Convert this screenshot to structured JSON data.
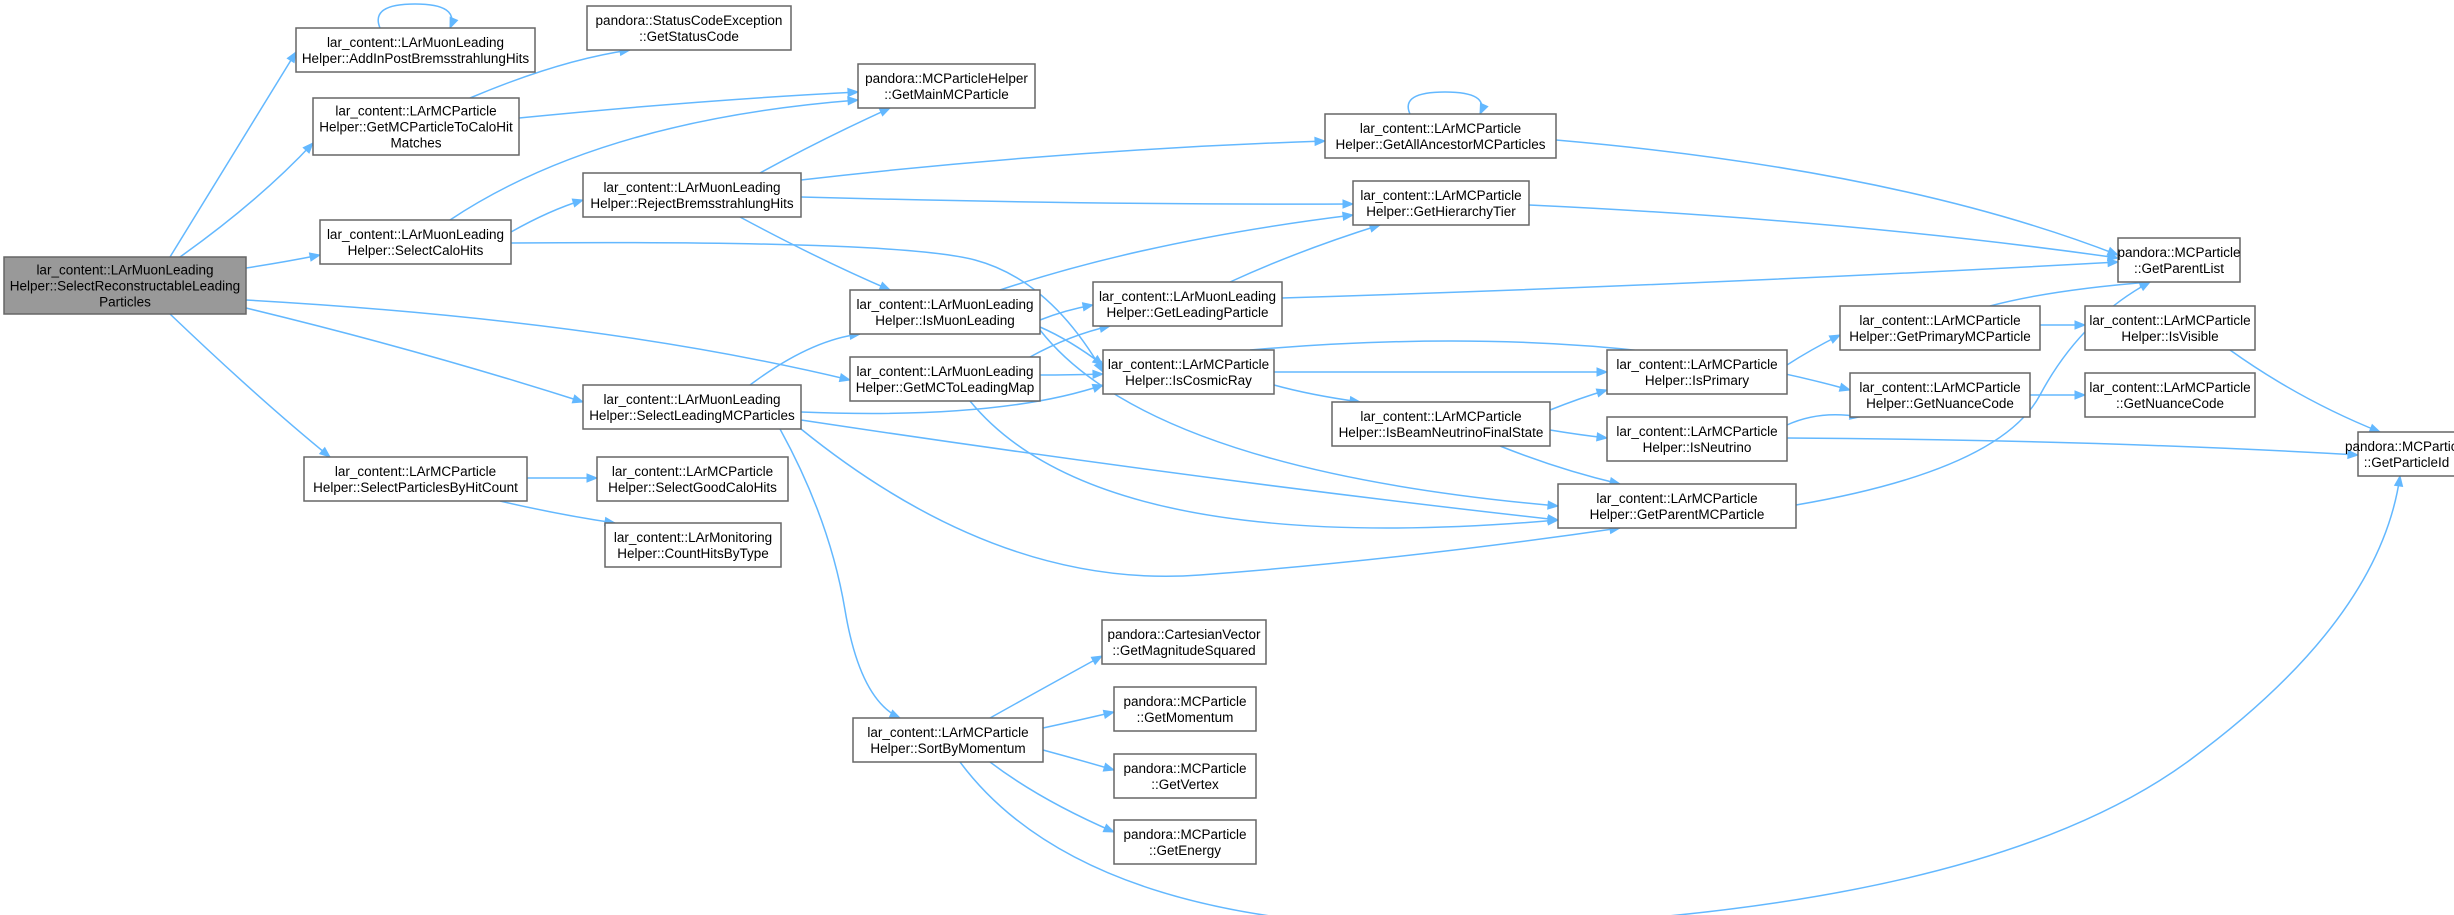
{
  "nodes": {
    "root": [
      "lar_content::LArMuonLeading",
      "Helper::SelectReconstructableLeading",
      "Particles"
    ],
    "addInPost": [
      "lar_content::LArMuonLeading",
      "Helper::AddInPostBremsstrahlungHits"
    ],
    "statusCode": [
      "pandora::StatusCodeException",
      "::GetStatusCode"
    ],
    "getMCToCalo": [
      "lar_content::LArMCParticle",
      "Helper::GetMCParticleToCaloHit",
      "Matches"
    ],
    "getMainMC": [
      "pandora::MCParticleHelper",
      "::GetMainMCParticle"
    ],
    "selectCaloHits": [
      "lar_content::LArMuonLeading",
      "Helper::SelectCaloHits"
    ],
    "rejectBrems": [
      "lar_content::LArMuonLeading",
      "Helper::RejectBremsstrahlungHits"
    ],
    "getAllAncestor": [
      "lar_content::LArMCParticle",
      "Helper::GetAllAncestorMCParticles"
    ],
    "getHierarchyTier": [
      "lar_content::LArMCParticle",
      "Helper::GetHierarchyTier"
    ],
    "getParentList": [
      "pandora::MCParticle",
      "::GetParentList"
    ],
    "isMuonLeading": [
      "lar_content::LArMuonLeading",
      "Helper::IsMuonLeading"
    ],
    "getLeadingParticle": [
      "lar_content::LArMuonLeading",
      "Helper::GetLeadingParticle"
    ],
    "getMCToLeadingMap": [
      "lar_content::LArMuonLeading",
      "Helper::GetMCToLeadingMap"
    ],
    "isCosmicRay": [
      "lar_content::LArMCParticle",
      "Helper::IsCosmicRay"
    ],
    "selectLeadingMC": [
      "lar_content::LArMuonLeading",
      "Helper::SelectLeadingMCParticles"
    ],
    "isPrimary": [
      "lar_content::LArMCParticle",
      "Helper::IsPrimary"
    ],
    "getPrimaryMC": [
      "lar_content::LArMCParticle",
      "Helper::GetPrimaryMCParticle"
    ],
    "isVisible": [
      "lar_content::LArMCParticle",
      "Helper::IsVisible"
    ],
    "getNuanceCodeHelper": [
      "lar_content::LArMCParticle",
      "Helper::GetNuanceCode"
    ],
    "getNuanceCodeMC": [
      "lar_content::LArMCParticle",
      "::GetNuanceCode"
    ],
    "isBeamNeutrino": [
      "lar_content::LArMCParticle",
      "Helper::IsBeamNeutrinoFinalState"
    ],
    "isNeutrino": [
      "lar_content::LArMCParticle",
      "Helper::IsNeutrino"
    ],
    "getParticleId": [
      "pandora::MCParticle",
      "::GetParticleId"
    ],
    "selectParticlesByHit": [
      "lar_content::LArMCParticle",
      "Helper::SelectParticlesByHitCount"
    ],
    "selectGoodCalo": [
      "lar_content::LArMCParticle",
      "Helper::SelectGoodCaloHits"
    ],
    "countHits": [
      "lar_content::LArMonitoring",
      "Helper::CountHitsByType"
    ],
    "getParentMC": [
      "lar_content::LArMCParticle",
      "Helper::GetParentMCParticle"
    ],
    "getMagnitude": [
      "pandora::CartesianVector",
      "::GetMagnitudeSquared"
    ],
    "getMomentum": [
      "pandora::MCParticle",
      "::GetMomentum"
    ],
    "sortByMomentum": [
      "lar_content::LArMCParticle",
      "Helper::SortByMomentum"
    ],
    "getVertex": [
      "pandora::MCParticle",
      "::GetVertex"
    ],
    "getEnergy": [
      "pandora::MCParticle",
      "::GetEnergy"
    ]
  },
  "colors": {
    "edge": "#63b8ff",
    "node_border": "#666666",
    "root_fill": "#999999",
    "node_fill": "#ffffff"
  }
}
